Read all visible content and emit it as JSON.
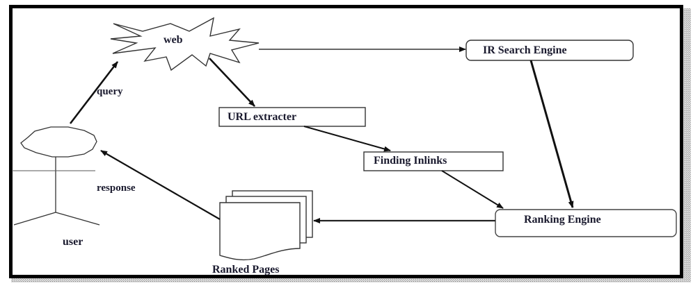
{
  "diagram": {
    "title": "Web page ranking architecture",
    "nodes": {
      "web": {
        "label": "web",
        "shape": "star"
      },
      "ir_search_engine": {
        "label": "IR Search Engine",
        "shape": "rounded-rect"
      },
      "url_extracter": {
        "label": "URL extracter",
        "shape": "rect"
      },
      "finding_inlinks": {
        "label": "Finding Inlinks",
        "shape": "rect"
      },
      "ranking_engine": {
        "label": "Ranking Engine",
        "shape": "rounded-rect"
      },
      "ranked_pages": {
        "label": "Ranked Pages",
        "shape": "multi-document"
      },
      "user": {
        "label": "user",
        "shape": "actor"
      }
    },
    "edges": [
      {
        "from": "user",
        "to": "web",
        "label": "query"
      },
      {
        "from": "web",
        "to": "ir_search_engine",
        "label": ""
      },
      {
        "from": "web",
        "to": "url_extracter",
        "label": ""
      },
      {
        "from": "url_extracter",
        "to": "finding_inlinks",
        "label": ""
      },
      {
        "from": "finding_inlinks",
        "to": "ranking_engine",
        "label": ""
      },
      {
        "from": "ir_search_engine",
        "to": "ranking_engine",
        "label": ""
      },
      {
        "from": "ranking_engine",
        "to": "ranked_pages",
        "label": ""
      },
      {
        "from": "ranked_pages",
        "to": "user",
        "label": "response"
      }
    ]
  },
  "colors": {
    "frame": "#000000",
    "line": "#111111",
    "text": "#1a1a2e",
    "shadow": "#9a9a9a"
  }
}
